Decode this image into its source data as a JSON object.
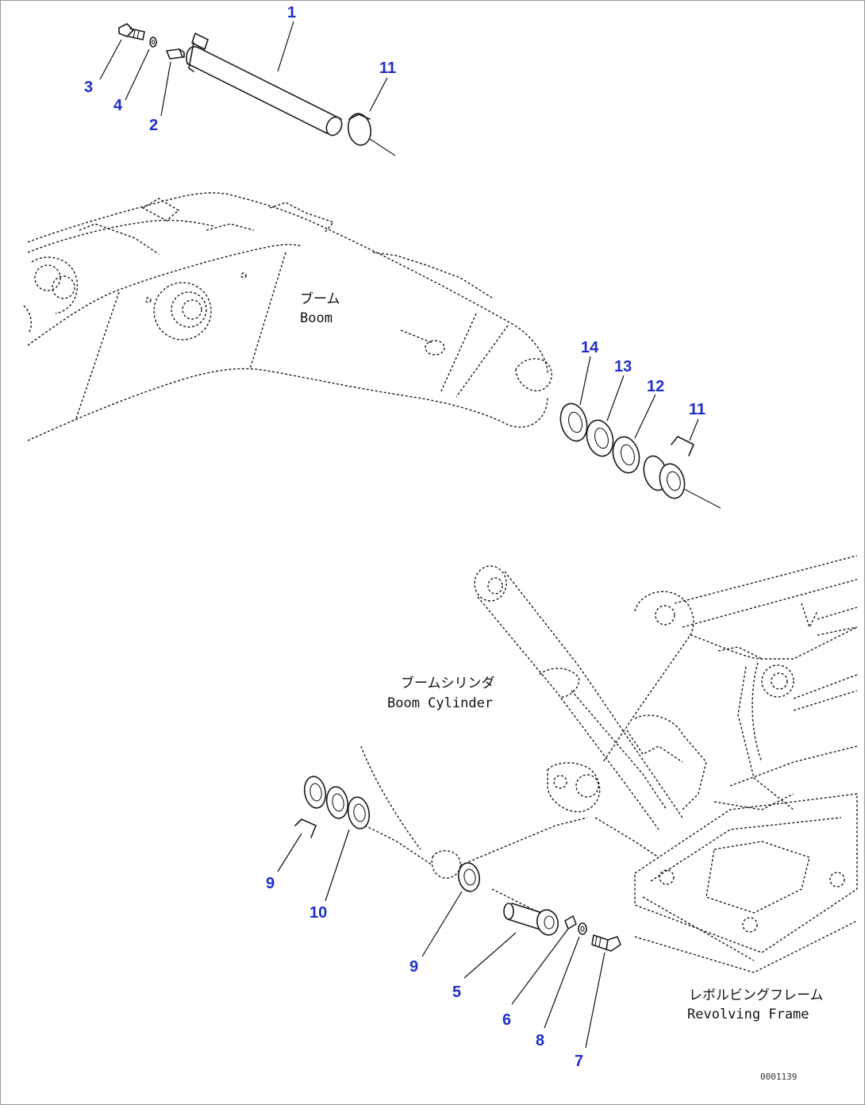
{
  "labels": {
    "boom_jp": "ブーム",
    "boom_en": "Boom",
    "boom_cyl_jp": "ブームシリンダ",
    "boom_cyl_en": "Boom Cylinder",
    "frame_jp": "レボルビングフレーム",
    "frame_en": "Revolving Frame"
  },
  "drawing_code": "0001139",
  "callouts": [
    "1",
    "2",
    "3",
    "4",
    "11",
    "14",
    "13",
    "12",
    "11",
    "9",
    "10",
    "9",
    "5",
    "6",
    "8",
    "7"
  ]
}
